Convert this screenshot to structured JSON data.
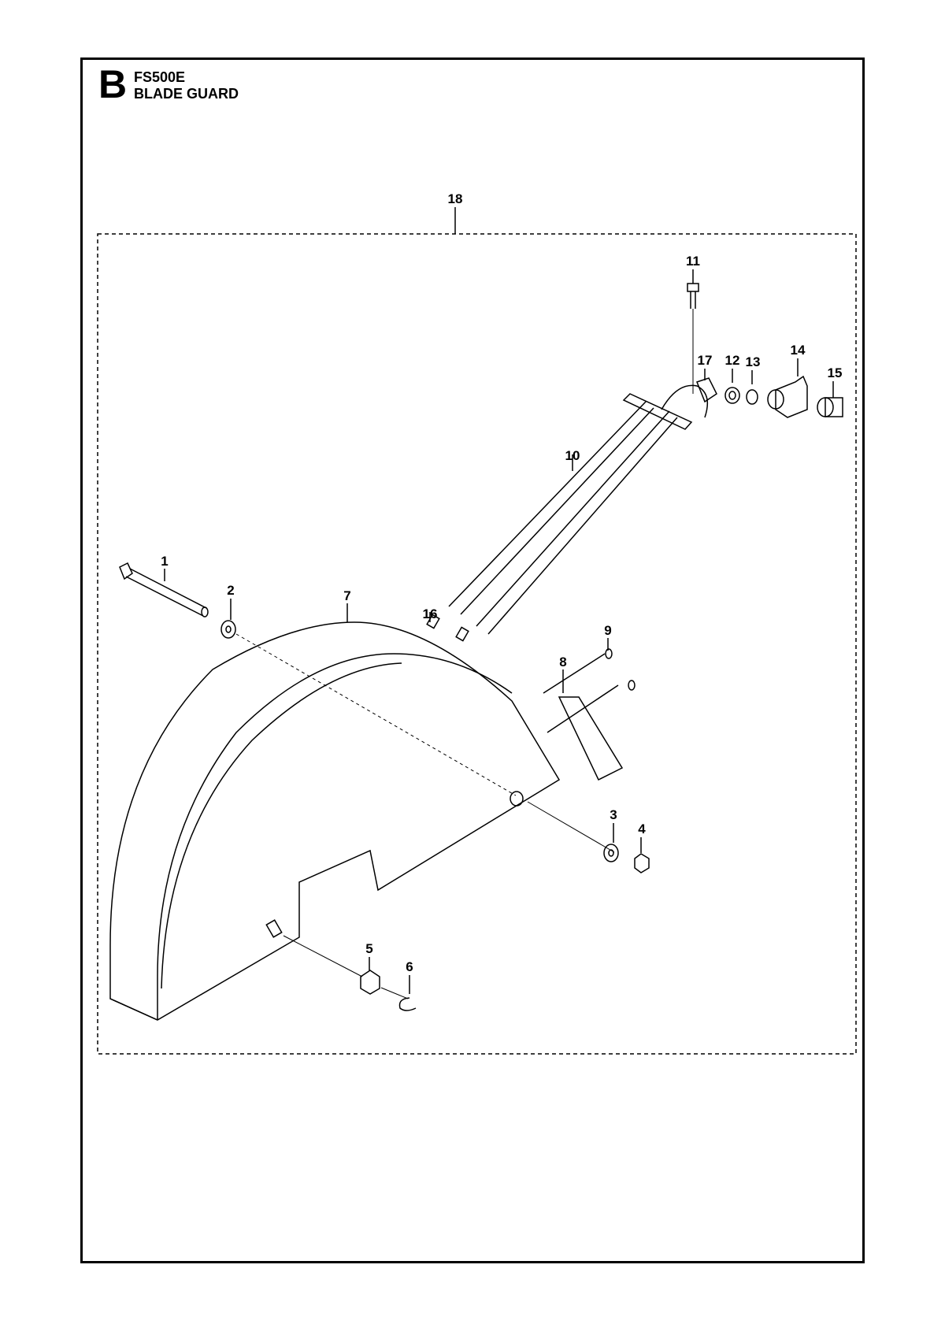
{
  "header": {
    "section_letter": "B",
    "model_code": "FS500E",
    "section_title": "BLADE GUARD"
  },
  "callouts": [
    {
      "id": "18",
      "label": "18"
    },
    {
      "id": "11",
      "label": "11"
    },
    {
      "id": "17",
      "label": "17"
    },
    {
      "id": "12",
      "label": "12"
    },
    {
      "id": "13",
      "label": "13"
    },
    {
      "id": "14",
      "label": "14"
    },
    {
      "id": "15",
      "label": "15"
    },
    {
      "id": "10",
      "label": "10"
    },
    {
      "id": "1",
      "label": "1"
    },
    {
      "id": "2",
      "label": "2"
    },
    {
      "id": "7",
      "label": "7"
    },
    {
      "id": "16",
      "label": "16"
    },
    {
      "id": "9",
      "label": "9"
    },
    {
      "id": "8",
      "label": "8"
    },
    {
      "id": "3",
      "label": "3"
    },
    {
      "id": "4",
      "label": "4"
    },
    {
      "id": "5",
      "label": "5"
    },
    {
      "id": "6",
      "label": "6"
    }
  ]
}
